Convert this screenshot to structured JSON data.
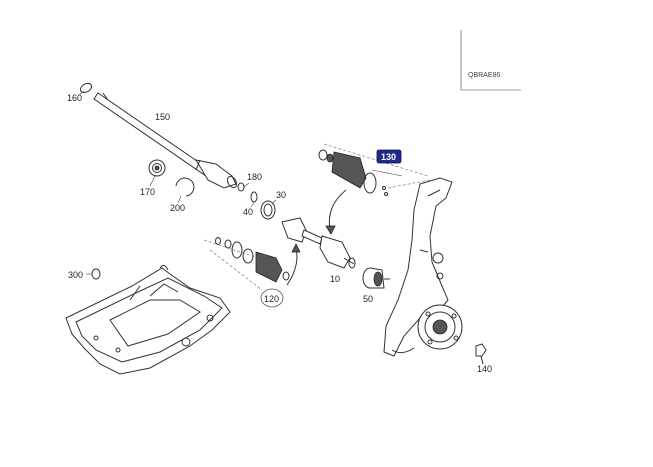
{
  "reference_box": {
    "text": "QBRAE86"
  },
  "labels": {
    "p160": "160",
    "p150": "150",
    "p170": "170",
    "p200": "200",
    "p180": "180",
    "p40": "40",
    "p30": "30",
    "p130": "130",
    "p10": "10",
    "p50": "50",
    "p120": "120",
    "p300": "300",
    "p140": "140"
  },
  "highlighted_part": "130"
}
